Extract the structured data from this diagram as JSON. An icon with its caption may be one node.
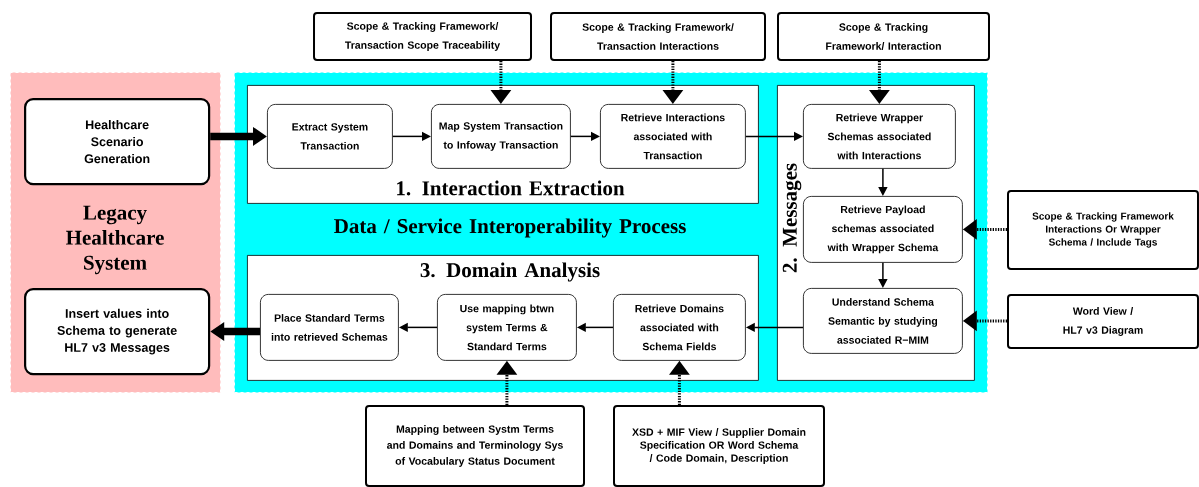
{
  "diagram": {
    "nodes": [
      {
        "text": [
          "Legacy Healthcare System"
        ]
      },
      {
        "text": [
          "Healthcare Scenario Generation"
        ],
        "in": 0
      },
      {
        "text": [
          "Insert values into Schema to generate HL7 v3 Messages"
        ],
        "in": 0
      },
      {
        "text": [
          "Data / Service Interoperability Process"
        ]
      },
      {
        "text": [
          "1. Interaction Extraction"
        ],
        "in": 3
      },
      {
        "text": [
          "Extract System Transaction"
        ],
        "in": 4
      },
      {
        "text": [
          "Map System Transaction to Infoway Transaction"
        ],
        "in": 4
      },
      {
        "text": [
          "Retrieve Interactions associated with Transaction"
        ],
        "in": 4
      },
      {
        "text": [
          "2. Messages"
        ],
        "in": 3
      },
      {
        "text": [
          "Retrieve Wrapper Schemas associated with Interactions"
        ],
        "in": 8
      },
      {
        "text": [
          "Retrieve Payload schemas associated with Wrapper Schema"
        ],
        "in": 8
      },
      {
        "text": [
          "Understand Schema Semantic by studying associated R−MIM"
        ],
        "in": 8
      },
      {
        "text": [
          "3. Domain Analysis"
        ],
        "in": 3
      },
      {
        "text": [
          "Place Standard Terms into retrieved Schemas"
        ],
        "in": 12
      },
      {
        "text": [
          "Use mapping btwn system Terms & Standard Terms"
        ],
        "in": 12
      },
      {
        "text": [
          "Retrieve Domains associated with Schema Fields"
        ],
        "in": 12
      },
      {
        "text": [
          "Scope & Tracking Framework/ Transaction Scope Traceability"
        ]
      },
      {
        "text": [
          "Scope & Tracking Framework/ Transaction Interactions"
        ]
      },
      {
        "text": [
          "Scope & Tracking Framework/ Interaction"
        ]
      },
      {
        "text": [
          "Scope & Tracking Framework Interactions Or Wrapper Schema / Include Tags"
        ]
      },
      {
        "text": [
          "Word View / HL7 v3 Diagram"
        ]
      },
      {
        "text": [
          "Mapping between Systm Terms and Domains and Terminology Sys of Vocabulary Status Document"
        ]
      },
      {
        "text": [
          "XSD + MIF View / Supplier Domain Specification OR Word Schema / Code Domain, Description"
        ]
      }
    ],
    "edges": [
      {
        "from": 1,
        "to": 5,
        "arrow": "to",
        "style": "thick"
      },
      {
        "from": 5,
        "to": 6,
        "arrow": "to"
      },
      {
        "from": 6,
        "to": 7,
        "arrow": "to"
      },
      {
        "from": 7,
        "to": 9,
        "arrow": "to"
      },
      {
        "from": 9,
        "to": 10,
        "arrow": "to"
      },
      {
        "from": 10,
        "to": 11,
        "arrow": "to"
      },
      {
        "from": 11,
        "to": 15,
        "arrow": "to"
      },
      {
        "from": 15,
        "to": 14,
        "arrow": "to"
      },
      {
        "from": 14,
        "to": 13,
        "arrow": "to"
      },
      {
        "from": 13,
        "to": 2,
        "arrow": "to",
        "style": "thick"
      },
      {
        "from": 16,
        "to": 6,
        "arrow": "to",
        "style": "dashed"
      },
      {
        "from": 17,
        "to": 7,
        "arrow": "to",
        "style": "dashed"
      },
      {
        "from": 18,
        "to": 9,
        "arrow": "to",
        "style": "dashed"
      },
      {
        "from": 19,
        "to": 10,
        "arrow": "to",
        "style": "dashed"
      },
      {
        "from": 20,
        "to": 11,
        "arrow": "to",
        "style": "dashed"
      },
      {
        "from": 21,
        "to": 14,
        "arrow": "to",
        "style": "dashed"
      },
      {
        "from": 22,
        "to": 15,
        "arrow": "to",
        "style": "dashed"
      }
    ]
  }
}
